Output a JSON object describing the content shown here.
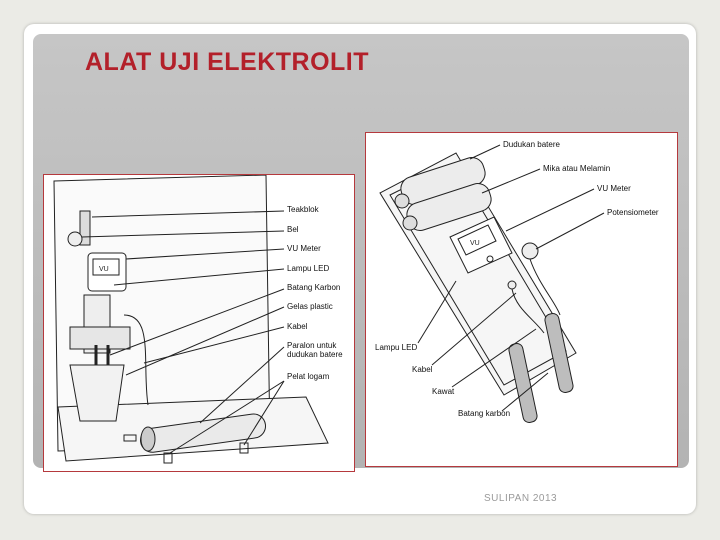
{
  "slide": {
    "title": "ALAT UJI ELEKTROLIT",
    "footer": "SULIPAN 2013"
  },
  "left_figure": {
    "labels": {
      "teakblok": "Teakblok",
      "bel": "Bel",
      "vu_meter": "VU Meter",
      "lampu_led": "Lampu LED",
      "batang_karbon": "Batang Karbon",
      "gelas_plastic": "Gelas plastic",
      "kabel": "Kabel",
      "paralon_1": "Paralon untuk",
      "paralon_2": "dudukan batere",
      "pelat_logam": "Pelat logam"
    },
    "meter_text": "VU"
  },
  "right_figure": {
    "labels": {
      "dudukan_batere": "Dudukan batere",
      "mika": "Mika atau Melamin",
      "vu_meter": "VU Meter",
      "potensiometer": "Potensiometer",
      "lampu_led": "Lampu LED",
      "kabel": "Kabel",
      "kawat": "Kawat",
      "batang_karbon": "Batang karbon"
    },
    "meter_text": "VU"
  }
}
